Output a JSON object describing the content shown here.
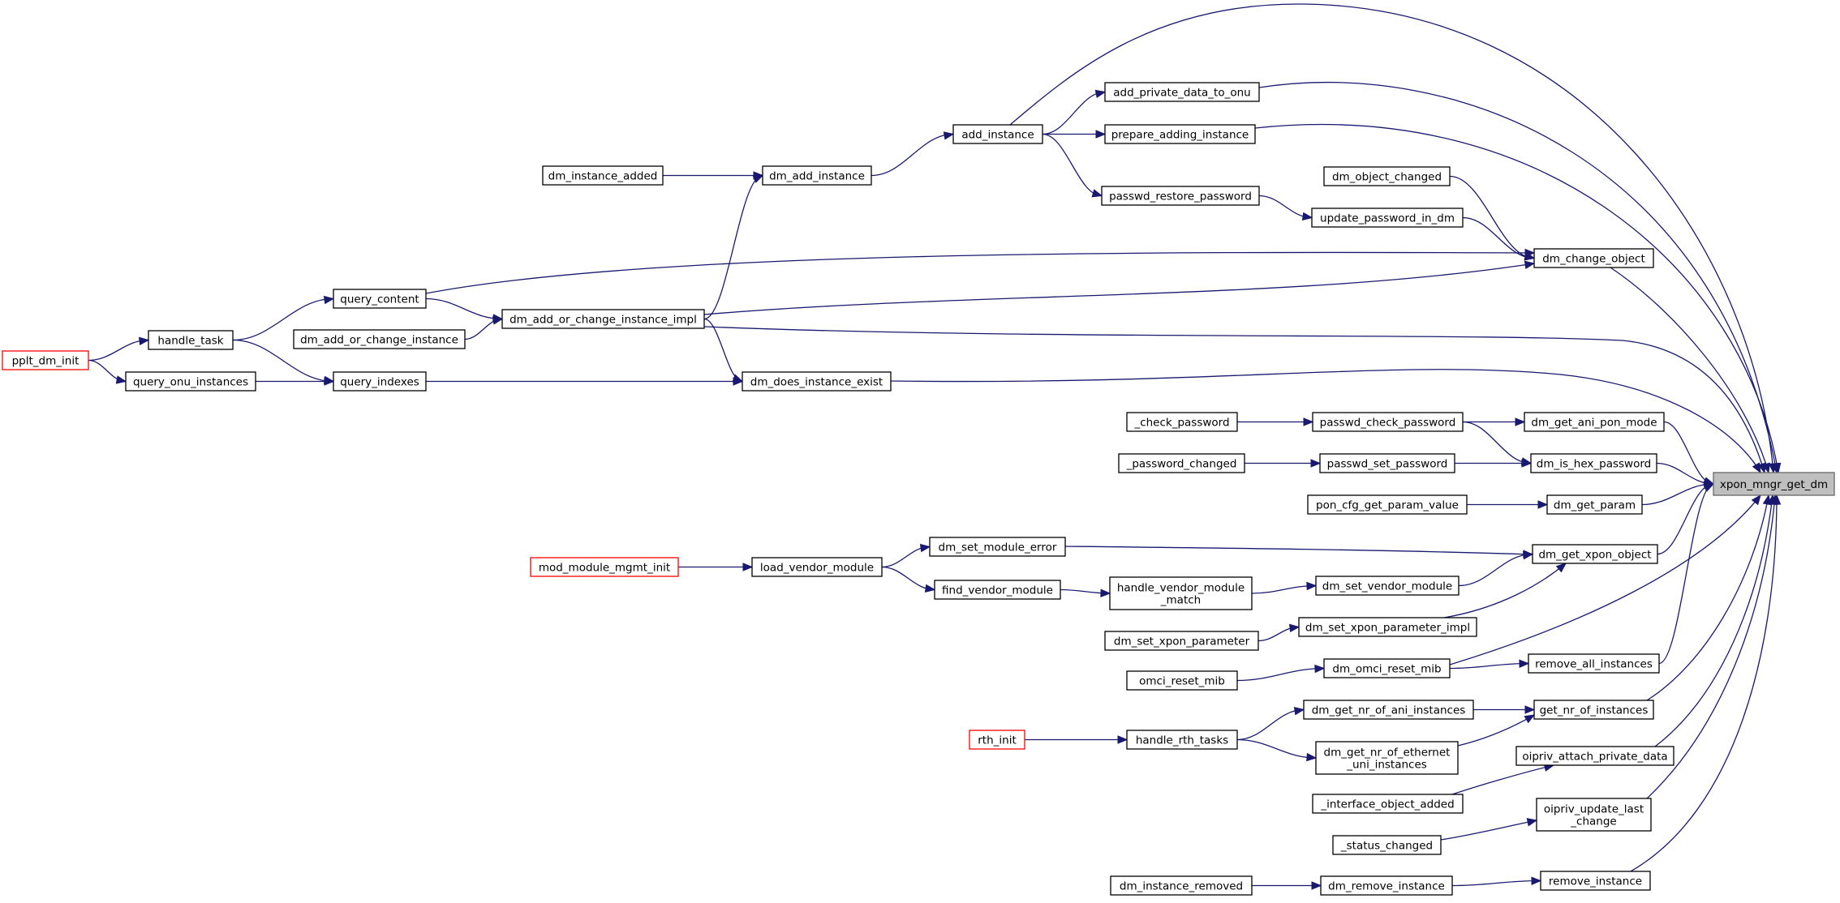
{
  "graph": {
    "edge_color": "#191970",
    "root_fill": "#bfbfbf",
    "highlight_border": "#ff0000",
    "nodes": [
      {
        "id": "xpon_mngr_get_dm",
        "lines": [
          "xpon_mngr_get_dm"
        ],
        "style": "root"
      },
      {
        "id": "add_private_data_to_onu",
        "lines": [
          "add_private_data_to_onu"
        ]
      },
      {
        "id": "add_instance",
        "lines": [
          "add_instance"
        ]
      },
      {
        "id": "prepare_adding_instance",
        "lines": [
          "prepare_adding_instance"
        ]
      },
      {
        "id": "dm_instance_added",
        "lines": [
          "dm_instance_added"
        ]
      },
      {
        "id": "dm_add_instance",
        "lines": [
          "dm_add_instance"
        ]
      },
      {
        "id": "dm_object_changed",
        "lines": [
          "dm_object_changed"
        ]
      },
      {
        "id": "passwd_restore_password",
        "lines": [
          "passwd_restore_password"
        ]
      },
      {
        "id": "update_password_in_dm",
        "lines": [
          "update_password_in_dm"
        ]
      },
      {
        "id": "dm_change_object",
        "lines": [
          "dm_change_object"
        ]
      },
      {
        "id": "query_content",
        "lines": [
          "query_content"
        ]
      },
      {
        "id": "handle_task",
        "lines": [
          "handle_task"
        ]
      },
      {
        "id": "dm_add_or_change_instance",
        "lines": [
          "dm_add_or_change_instance"
        ]
      },
      {
        "id": "dm_add_or_change_instance_impl",
        "lines": [
          "dm_add_or_change_instance_impl"
        ]
      },
      {
        "id": "pplt_dm_init",
        "lines": [
          "pplt_dm_init"
        ],
        "style": "red"
      },
      {
        "id": "query_onu_instances",
        "lines": [
          "query_onu_instances"
        ]
      },
      {
        "id": "query_indexes",
        "lines": [
          "query_indexes"
        ]
      },
      {
        "id": "dm_does_instance_exist",
        "lines": [
          "dm_does_instance_exist"
        ]
      },
      {
        "id": "_check_password",
        "lines": [
          "_check_password"
        ]
      },
      {
        "id": "passwd_check_password",
        "lines": [
          "passwd_check_password"
        ]
      },
      {
        "id": "dm_get_ani_pon_mode",
        "lines": [
          "dm_get_ani_pon_mode"
        ]
      },
      {
        "id": "_password_changed",
        "lines": [
          "_password_changed"
        ]
      },
      {
        "id": "passwd_set_password",
        "lines": [
          "passwd_set_password"
        ]
      },
      {
        "id": "dm_is_hex_password",
        "lines": [
          "dm_is_hex_password"
        ]
      },
      {
        "id": "pon_cfg_get_param_value",
        "lines": [
          "pon_cfg_get_param_value"
        ]
      },
      {
        "id": "dm_get_param",
        "lines": [
          "dm_get_param"
        ]
      },
      {
        "id": "dm_set_module_error",
        "lines": [
          "dm_set_module_error"
        ]
      },
      {
        "id": "mod_module_mgmt_init",
        "lines": [
          "mod_module_mgmt_init"
        ],
        "style": "red"
      },
      {
        "id": "load_vendor_module",
        "lines": [
          "load_vendor_module"
        ]
      },
      {
        "id": "dm_get_xpon_object",
        "lines": [
          "dm_get_xpon_object"
        ]
      },
      {
        "id": "find_vendor_module",
        "lines": [
          "find_vendor_module"
        ]
      },
      {
        "id": "handle_vendor_module_match",
        "lines": [
          "handle_vendor_module",
          "_match"
        ]
      },
      {
        "id": "dm_set_vendor_module",
        "lines": [
          "dm_set_vendor_module"
        ]
      },
      {
        "id": "dm_set_xpon_parameter_impl",
        "lines": [
          "dm_set_xpon_parameter_impl"
        ]
      },
      {
        "id": "dm_set_xpon_parameter",
        "lines": [
          "dm_set_xpon_parameter"
        ]
      },
      {
        "id": "omci_reset_mib",
        "lines": [
          "omci_reset_mib"
        ]
      },
      {
        "id": "dm_omci_reset_mib",
        "lines": [
          "dm_omci_reset_mib"
        ]
      },
      {
        "id": "remove_all_instances",
        "lines": [
          "remove_all_instances"
        ]
      },
      {
        "id": "dm_get_nr_of_ani_instances",
        "lines": [
          "dm_get_nr_of_ani_instances"
        ]
      },
      {
        "id": "get_nr_of_instances",
        "lines": [
          "get_nr_of_instances"
        ]
      },
      {
        "id": "rth_init",
        "lines": [
          "rth_init"
        ],
        "style": "red"
      },
      {
        "id": "handle_rth_tasks",
        "lines": [
          "handle_rth_tasks"
        ]
      },
      {
        "id": "dm_get_nr_of_ethernet_uni_instances",
        "lines": [
          "dm_get_nr_of_ethernet",
          "_uni_instances"
        ]
      },
      {
        "id": "oipriv_attach_private_data",
        "lines": [
          "oipriv_attach_private_data"
        ]
      },
      {
        "id": "_interface_object_added",
        "lines": [
          "_interface_object_added"
        ]
      },
      {
        "id": "oipriv_update_last_change",
        "lines": [
          "oipriv_update_last",
          "_change"
        ]
      },
      {
        "id": "_status_changed",
        "lines": [
          "_status_changed"
        ]
      },
      {
        "id": "dm_instance_removed",
        "lines": [
          "dm_instance_removed"
        ]
      },
      {
        "id": "dm_remove_instance",
        "lines": [
          "dm_remove_instance"
        ]
      },
      {
        "id": "remove_instance",
        "lines": [
          "remove_instance"
        ]
      }
    ],
    "edges": [
      [
        "add_instance",
        "xpon_mngr_get_dm"
      ],
      [
        "add_instance",
        "add_private_data_to_onu"
      ],
      [
        "add_instance",
        "prepare_adding_instance"
      ],
      [
        "add_instance",
        "passwd_restore_password"
      ],
      [
        "add_private_data_to_onu",
        "xpon_mngr_get_dm"
      ],
      [
        "prepare_adding_instance",
        "xpon_mngr_get_dm"
      ],
      [
        "dm_instance_added",
        "dm_add_instance"
      ],
      [
        "dm_add_instance",
        "add_instance"
      ],
      [
        "dm_add_or_change_instance_impl",
        "dm_add_instance"
      ],
      [
        "dm_object_changed",
        "dm_change_object"
      ],
      [
        "passwd_restore_password",
        "update_password_in_dm"
      ],
      [
        "update_password_in_dm",
        "dm_change_object"
      ],
      [
        "query_content",
        "dm_change_object"
      ],
      [
        "dm_add_or_change_instance_impl",
        "dm_change_object"
      ],
      [
        "dm_change_object",
        "xpon_mngr_get_dm"
      ],
      [
        "handle_task",
        "query_content"
      ],
      [
        "query_content",
        "dm_add_or_change_instance_impl"
      ],
      [
        "dm_add_or_change_instance",
        "dm_add_or_change_instance_impl"
      ],
      [
        "dm_add_or_change_instance_impl",
        "xpon_mngr_get_dm"
      ],
      [
        "dm_add_or_change_instance_impl",
        "dm_does_instance_exist"
      ],
      [
        "pplt_dm_init",
        "handle_task"
      ],
      [
        "pplt_dm_init",
        "query_onu_instances"
      ],
      [
        "handle_task",
        "query_indexes"
      ],
      [
        "query_onu_instances",
        "query_indexes"
      ],
      [
        "query_indexes",
        "dm_does_instance_exist"
      ],
      [
        "dm_does_instance_exist",
        "xpon_mngr_get_dm"
      ],
      [
        "_check_password",
        "passwd_check_password"
      ],
      [
        "passwd_check_password",
        "dm_get_ani_pon_mode"
      ],
      [
        "passwd_check_password",
        "dm_is_hex_password"
      ],
      [
        "dm_get_ani_pon_mode",
        "xpon_mngr_get_dm"
      ],
      [
        "_password_changed",
        "passwd_set_password"
      ],
      [
        "passwd_set_password",
        "dm_is_hex_password"
      ],
      [
        "dm_is_hex_password",
        "xpon_mngr_get_dm"
      ],
      [
        "pon_cfg_get_param_value",
        "dm_get_param"
      ],
      [
        "dm_get_param",
        "xpon_mngr_get_dm"
      ],
      [
        "mod_module_mgmt_init",
        "load_vendor_module"
      ],
      [
        "load_vendor_module",
        "dm_set_module_error"
      ],
      [
        "load_vendor_module",
        "find_vendor_module"
      ],
      [
        "dm_set_module_error",
        "dm_get_xpon_object"
      ],
      [
        "find_vendor_module",
        "handle_vendor_module_match"
      ],
      [
        "handle_vendor_module_match",
        "dm_set_vendor_module"
      ],
      [
        "dm_set_vendor_module",
        "dm_get_xpon_object"
      ],
      [
        "dm_set_xpon_parameter_impl",
        "dm_get_xpon_object"
      ],
      [
        "dm_get_xpon_object",
        "xpon_mngr_get_dm"
      ],
      [
        "dm_set_xpon_parameter",
        "dm_set_xpon_parameter_impl"
      ],
      [
        "omci_reset_mib",
        "dm_omci_reset_mib"
      ],
      [
        "dm_omci_reset_mib",
        "remove_all_instances"
      ],
      [
        "dm_omci_reset_mib",
        "xpon_mngr_get_dm"
      ],
      [
        "remove_all_instances",
        "xpon_mngr_get_dm"
      ],
      [
        "rth_init",
        "handle_rth_tasks"
      ],
      [
        "handle_rth_tasks",
        "dm_get_nr_of_ani_instances"
      ],
      [
        "handle_rth_tasks",
        "dm_get_nr_of_ethernet_uni_instances"
      ],
      [
        "dm_get_nr_of_ani_instances",
        "get_nr_of_instances"
      ],
      [
        "dm_get_nr_of_ethernet_uni_instances",
        "get_nr_of_instances"
      ],
      [
        "get_nr_of_instances",
        "xpon_mngr_get_dm"
      ],
      [
        "_interface_object_added",
        "oipriv_attach_private_data"
      ],
      [
        "oipriv_attach_private_data",
        "xpon_mngr_get_dm"
      ],
      [
        "_status_changed",
        "oipriv_update_last_change"
      ],
      [
        "oipriv_update_last_change",
        "xpon_mngr_get_dm"
      ],
      [
        "dm_instance_removed",
        "dm_remove_instance"
      ],
      [
        "dm_remove_instance",
        "remove_instance"
      ],
      [
        "remove_instance",
        "xpon_mngr_get_dm"
      ]
    ]
  }
}
